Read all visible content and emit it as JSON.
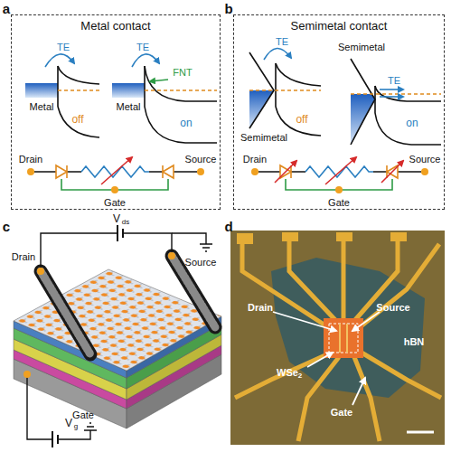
{
  "diagram": {
    "nodes": [
      {
        "text": [
          "Metal contact"
        ]
      },
      {
        "text": [
          "Semimetal contact"
        ]
      }
    ],
    "labels": [
      "a",
      "TE",
      "TE",
      "FNT",
      "Metal",
      "off",
      "Metal",
      "on",
      "Drain",
      "Source",
      "Gate",
      "b",
      "TE",
      "Semimetal",
      "TE",
      "off",
      "on",
      "Semimetal",
      "Drain",
      "Source",
      "Gate",
      "c",
      "Drain",
      "V",
      "ds",
      "Source",
      "V",
      "g",
      "Gate",
      "d",
      "Drain",
      "Source",
      "hBN",
      "WSe",
      "2",
      "Gate"
    ]
  }
}
